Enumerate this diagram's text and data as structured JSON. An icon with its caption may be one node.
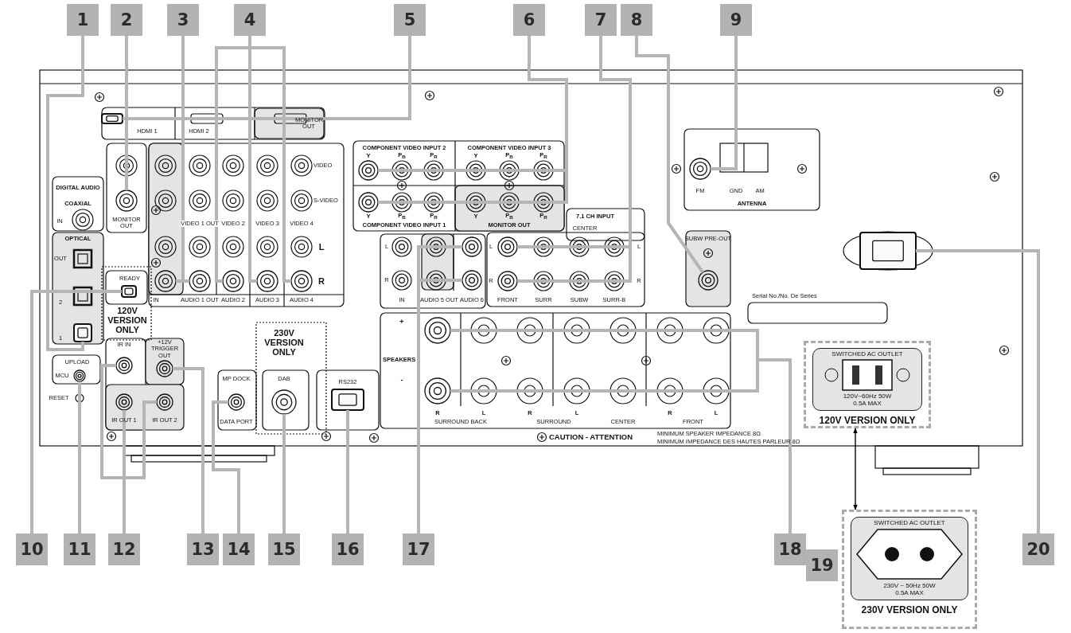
{
  "diagram": {
    "nodes": [
      {
        "text": [
          "1"
        ]
      },
      {
        "text": [
          "2"
        ]
      },
      {
        "text": [
          "3"
        ]
      },
      {
        "text": [
          "4"
        ]
      },
      {
        "text": [
          "5"
        ]
      },
      {
        "text": [
          "6"
        ]
      },
      {
        "text": [
          "7"
        ]
      },
      {
        "text": [
          "8"
        ]
      },
      {
        "text": [
          "9"
        ]
      },
      {
        "text": [
          "10"
        ]
      },
      {
        "text": [
          "11"
        ]
      },
      {
        "text": [
          "12"
        ]
      },
      {
        "text": [
          "13"
        ]
      },
      {
        "text": [
          "14"
        ]
      },
      {
        "text": [
          "15"
        ]
      },
      {
        "text": [
          "16"
        ]
      },
      {
        "text": [
          "17"
        ]
      },
      {
        "text": [
          "18"
        ]
      },
      {
        "text": [
          "20"
        ]
      },
      {
        "text": [
          "SWITCHED AC OUTLET",
          "120V~60Hz 50W 0.5A MAX",
          "120V VERSION ONLY"
        ]
      },
      {
        "text": [
          "SWITCHED AC OUTLET",
          "230V ~ 50Hz 50W 0.5A MAX",
          "230V VERSION ONLY"
        ]
      },
      {
        "text": [],
        "shape": "box"
      },
      {
        "text": [],
        "shape": "circle"
      },
      {
        "text": [],
        "shape": "circle"
      },
      {
        "text": [],
        "shape": "circle"
      },
      {
        "text": [],
        "shape": "circle"
      },
      {
        "text": [],
        "shape": "circle"
      },
      {
        "text": [],
        "shape": "circle"
      },
      {
        "text": [],
        "shape": "box"
      },
      {
        "text": [],
        "shape": "circle"
      },
      {
        "text": [],
        "shape": "circle"
      },
      {
        "text": [],
        "shape": "circle"
      },
      {
        "text": [],
        "shape": "circle"
      },
      {
        "text": [],
        "shape": "circle"
      },
      {
        "text": [],
        "shape": "circle"
      },
      {
        "text": [],
        "shape": "box"
      },
      {
        "text": [],
        "shape": "circle"
      },
      {
        "text": [],
        "shape": "circle"
      },
      {
        "text": [],
        "shape": "circle"
      },
      {
        "text": [],
        "shape": "circle"
      },
      {
        "text": [],
        "shape": "circle"
      },
      {
        "text": [],
        "shape": "circle"
      },
      {
        "text": [],
        "shape": "circle"
      },
      {
        "text": [],
        "shape": "box"
      },
      {
        "text": [],
        "shape": "circle"
      },
      {
        "text": [],
        "shape": "circle"
      },
      {
        "text": [],
        "shape": "circle"
      },
      {
        "text": [],
        "shape": "circle"
      },
      {
        "text": [],
        "shape": "box"
      },
      {
        "text": [
          "19"
        ]
      }
    ],
    "edges": [
      {
        "from": 0,
        "to": 21,
        "arrow": "none"
      },
      {
        "from": 1,
        "to": 22,
        "arrow": "none"
      },
      {
        "from": 2,
        "to": 23,
        "arrow": "none"
      },
      {
        "from": 2,
        "to": 24,
        "arrow": "none"
      },
      {
        "from": 3,
        "to": 25,
        "arrow": "none"
      },
      {
        "from": 3,
        "to": 26,
        "arrow": "none"
      },
      {
        "from": 3,
        "to": 27,
        "arrow": "none"
      },
      {
        "from": 4,
        "to": 28,
        "arrow": "none"
      },
      {
        "from": 5,
        "to": 29,
        "arrow": "none"
      },
      {
        "from": 5,
        "to": 30,
        "arrow": "none"
      },
      {
        "from": 6,
        "to": 31,
        "arrow": "none"
      },
      {
        "from": 6,
        "to": 32,
        "arrow": "none"
      },
      {
        "from": 7,
        "to": 33,
        "arrow": "none"
      },
      {
        "from": 8,
        "to": 34,
        "arrow": "none"
      },
      {
        "from": 9,
        "to": 35,
        "arrow": "none"
      },
      {
        "from": 10,
        "to": 36,
        "arrow": "none"
      },
      {
        "from": 11,
        "to": 37,
        "arrow": "none"
      },
      {
        "from": 11,
        "to": 38,
        "arrow": "none"
      },
      {
        "from": 11,
        "to": 39,
        "arrow": "none"
      },
      {
        "from": 12,
        "to": 40,
        "arrow": "none"
      },
      {
        "from": 13,
        "to": 41,
        "arrow": "none"
      },
      {
        "from": 14,
        "to": 42,
        "arrow": "none"
      },
      {
        "from": 15,
        "to": 43,
        "arrow": "none"
      },
      {
        "from": 16,
        "to": 44,
        "arrow": "none"
      },
      {
        "from": 16,
        "to": 45,
        "arrow": "none"
      },
      {
        "from": 17,
        "to": 46,
        "arrow": "none"
      },
      {
        "from": 17,
        "to": 47,
        "arrow": "none"
      },
      {
        "from": 18,
        "to": 48,
        "arrow": "none"
      },
      {
        "from": 19,
        "to": 20,
        "arrow": "both",
        "color": "#000000"
      }
    ],
    "labels": [
      "HDMI 1",
      "HDMI 2",
      "MONITOR OUT",
      "DIGITAL AUDIO",
      "COAXIAL",
      "IN",
      "MONITOR OUT",
      "VIDEO",
      "S-VIDEO",
      "VIDEO 1 OUT",
      "VIDEO 2",
      "VIDEO 3",
      "VIDEO 4",
      "L",
      "R",
      "OPTICAL",
      "OUT",
      "2",
      "1",
      "READY",
      "120V VERSION ONLY",
      "IN",
      "AUDIO 1 OUT",
      "AUDIO 2",
      "AUDIO 3",
      "AUDIO 4",
      "COMPONENT VIDEO INPUT 2",
      "Y",
      "P$_{B}$",
      "P$_{R}$",
      "COMPONENT VIDEO INPUT 3",
      "Y",
      "P$_{B}$",
      "P$_{R}$",
      "Y",
      "P$_{B}$",
      "P$_{R}$",
      "COMPONENT VIDEO INPUT 1",
      "Y",
      "P$_{B}$",
      "P$_{R}$",
      "MONITOR OUT",
      "7.1 CH INPUT",
      "CENTER",
      "L",
      "R",
      "L",
      "R",
      "FRONT",
      "SURR",
      "SUBW",
      "SURR-B",
      "L",
      "R",
      "IN",
      "AUDIO 5 OUT",
      "AUDIO 6",
      "SUBW PRE-OUT",
      "FM",
      "GND",
      "AM",
      "ANTENNA",
      "Serial No./No. De Series",
      "UPLOAD",
      "MCU",
      "RESET",
      "IR IN",
      "+12V TRIGGER OUT",
      "IR OUT 1",
      "IR OUT 2",
      "MP DOCK",
      "DATA PORT",
      "230V VERSION ONLY",
      "DAB",
      "RS232",
      "SPEAKERS",
      "+",
      "-",
      "R",
      "L",
      "R",
      "L",
      "R",
      "L",
      "SURROUND BACK",
      "SURROUND",
      "CENTER",
      "FRONT",
      "CAUTION - ATTENTION",
      "MINIMUM SPEAKER IMPEDANCE 8Ω",
      "MINIMUM IMPEDANCE DES HAUTES PARLEUR 8Ω"
    ]
  }
}
